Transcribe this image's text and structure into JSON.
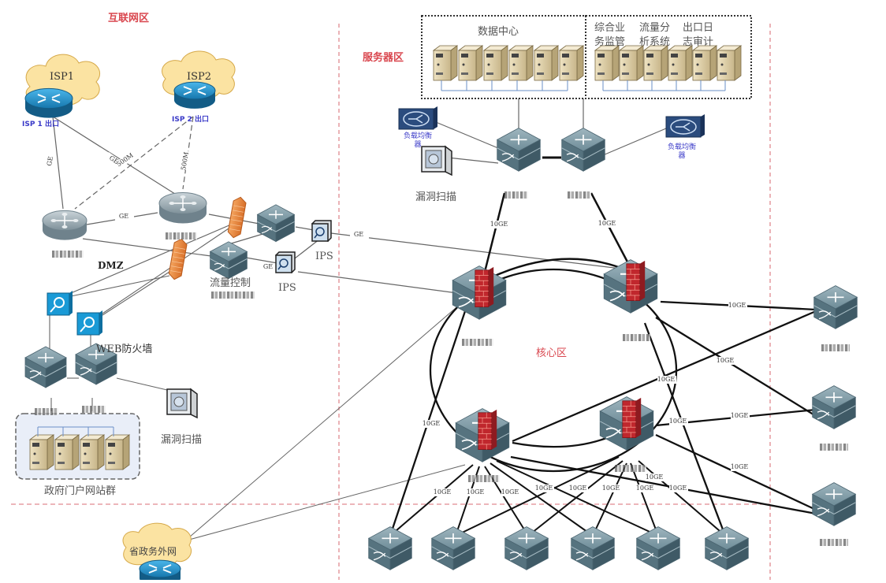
{
  "zones": {
    "internet": "互联网区",
    "server": "服务器区",
    "core": "核心区",
    "dmz": "DMZ"
  },
  "isp": [
    {
      "name": "ISP1",
      "exit_label": "ISP 1 出口"
    },
    {
      "name": "ISP2",
      "exit_label": "ISP 2 出口"
    }
  ],
  "labels": {
    "web_firewall": "WEB防火墙",
    "vuln_scan_left": "漏洞扫描",
    "vuln_scan_server": "漏洞扫描",
    "portal_cluster": "政府门户网站群",
    "flow_control": "流量控制",
    "ips_1": "IPS",
    "ips_2": "IPS",
    "data_center": "数据中心",
    "svc_1": "综合业\n务监管",
    "svc_2": "流量分\n析系统",
    "svc_3": "出口日\n志审计",
    "lb_left": "负载均衡\n器",
    "lb_right": "负载均衡\n器",
    "extranet": "省政务外网"
  },
  "link_labels": {
    "ge": "GE",
    "ten_ge": "10GE",
    "m500": "500M"
  },
  "colors": {
    "zone_title": "#d9464e",
    "zone_divider": "#e08a90",
    "switch": "#5f7f8c",
    "firewall_red": "#c0272d",
    "firewall_orange": "#e8873a",
    "isp_router": "#1f8fc8",
    "cloud": "#fbe3a2",
    "server": "#e3d3ad",
    "web_fw": "#1a9ad6",
    "lb": "#2b4c7e"
  }
}
